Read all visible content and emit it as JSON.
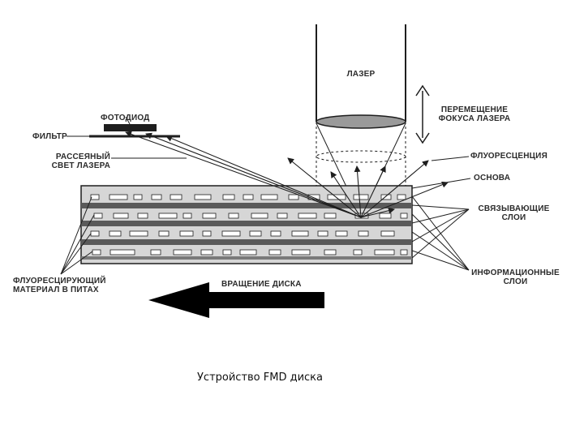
{
  "labels": {
    "laser": "ЛАЗЕР",
    "focus_move": "ПЕРЕМЕЩЕНИЕ\nФОКУСА ЛАЗЕРА",
    "photodiode": "ФОТОДИОД",
    "filter": "ФИЛЬТР",
    "scattered_light": "РАССЕЯНЫЙ\nСВЕТ ЛАЗЕРА",
    "fluorescence": "ФЛУОРЕСЦЕНЦИЯ",
    "substrate": "ОСНОВА",
    "binding_layers": "СВЯЗЫВАЮЩИЕ\nСЛОИ",
    "info_layers": "ИНФОРМАЦИОННЫЕ\nСЛОИ",
    "fluorescent_material": "ФЛУОРЕСЦИРУЮЩИЙ\nМАТЕРИАЛ В ПИТАХ",
    "disk_rotation": "ВРАЩЕНИЕ ДИСКА"
  },
  "caption": "Устройство FMD диска",
  "colors": {
    "ink": "#1e1e1e",
    "disk_fill": "#d6d6d6",
    "binding_layer": "#5a5a5a",
    "lens": "#9a9a9a",
    "pit": "#ffffff"
  }
}
